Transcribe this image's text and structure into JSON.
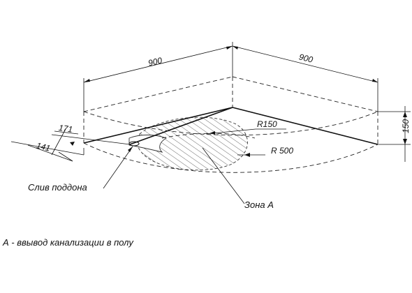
{
  "dimensions": {
    "left_width": "900",
    "right_width": "900",
    "height": "150",
    "offset_171": "171",
    "offset_141": "141",
    "radius_small": "R150",
    "radius_large": "R 500"
  },
  "labels": {
    "drain": "Слив поддона",
    "zone": "Зона А"
  },
  "caption": "А - ввывод канализации в полу",
  "colors": {
    "line": "#111111",
    "hatch": "#444444"
  }
}
